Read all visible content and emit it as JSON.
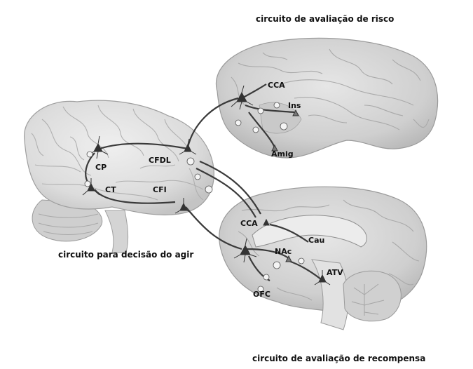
{
  "captions": {
    "risk": "circuito de avaliação de risco",
    "action": "circuito para decisão do agir",
    "reward": "circuito de avaliação de recompensa"
  },
  "labels": {
    "cp": "CP",
    "ct": "CT",
    "cfdl": "CFDL",
    "cfi": "CFI",
    "cca_top": "CCA",
    "ins": "Ins",
    "amig": "Amig",
    "cca_bottom": "CCA",
    "cau": "Cau",
    "nac": "NAc",
    "atv": "ATV",
    "ofc": "OFC"
  },
  "colors": {
    "brain_fill": "#dedede",
    "brain_dark": "#b8b8b8",
    "neuron": "#333333",
    "pathway": "#3a3a3a"
  }
}
